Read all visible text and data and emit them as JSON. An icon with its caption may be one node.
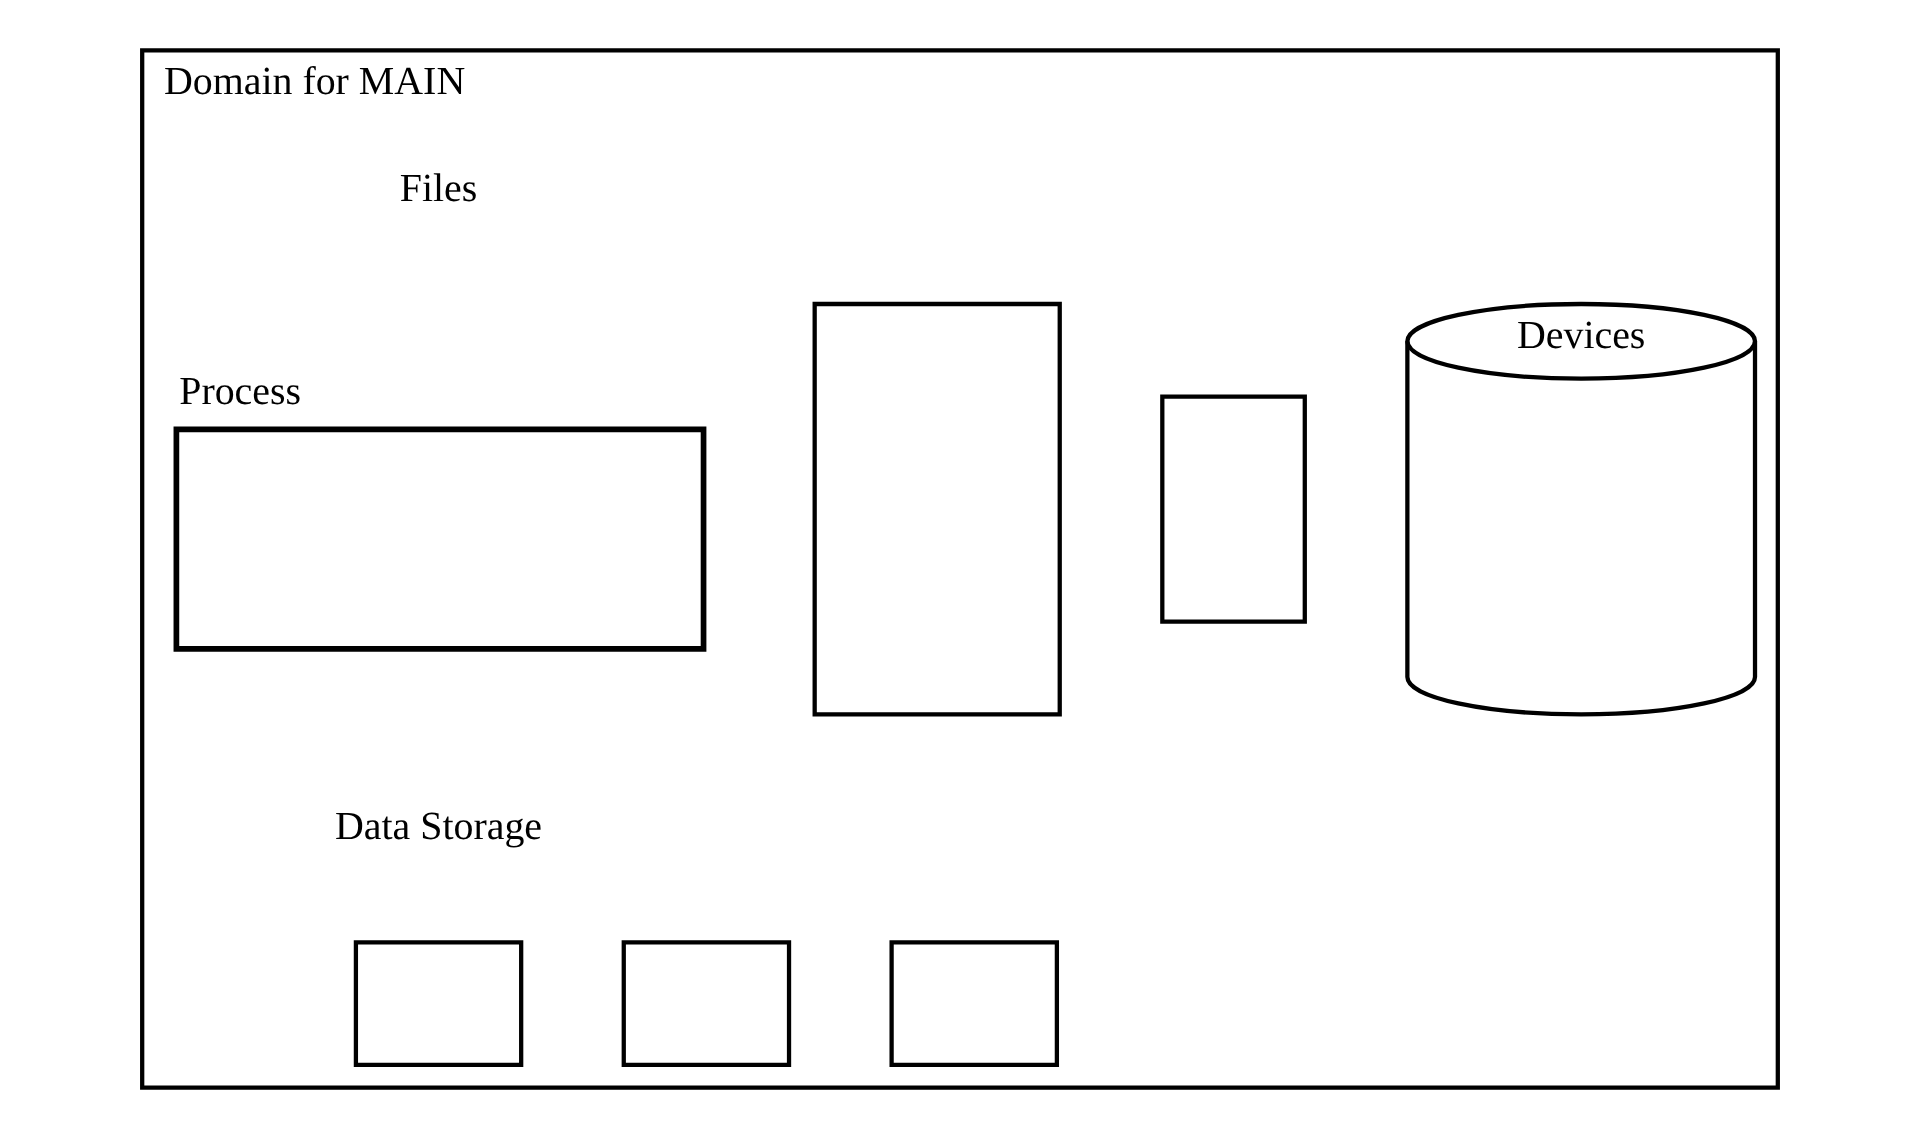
{
  "diagram": {
    "nodes": [
      {
        "text": [
          "Domain for MAIN"
        ]
      },
      {
        "text": [
          "Process"
        ],
        "in": 0
      },
      {
        "text": [],
        "shape": "box",
        "in": 0
      },
      {
        "text": [],
        "shape": "box",
        "in": 0
      },
      {
        "text": [
          "Devices"
        ],
        "in": 0
      },
      {
        "text": [],
        "shape": "box",
        "in": 0
      },
      {
        "text": [],
        "shape": "box",
        "in": 0
      },
      {
        "text": [],
        "shape": "box",
        "in": 0
      }
    ],
    "edges": [],
    "labels": [
      "Files",
      "Data Storage"
    ]
  }
}
